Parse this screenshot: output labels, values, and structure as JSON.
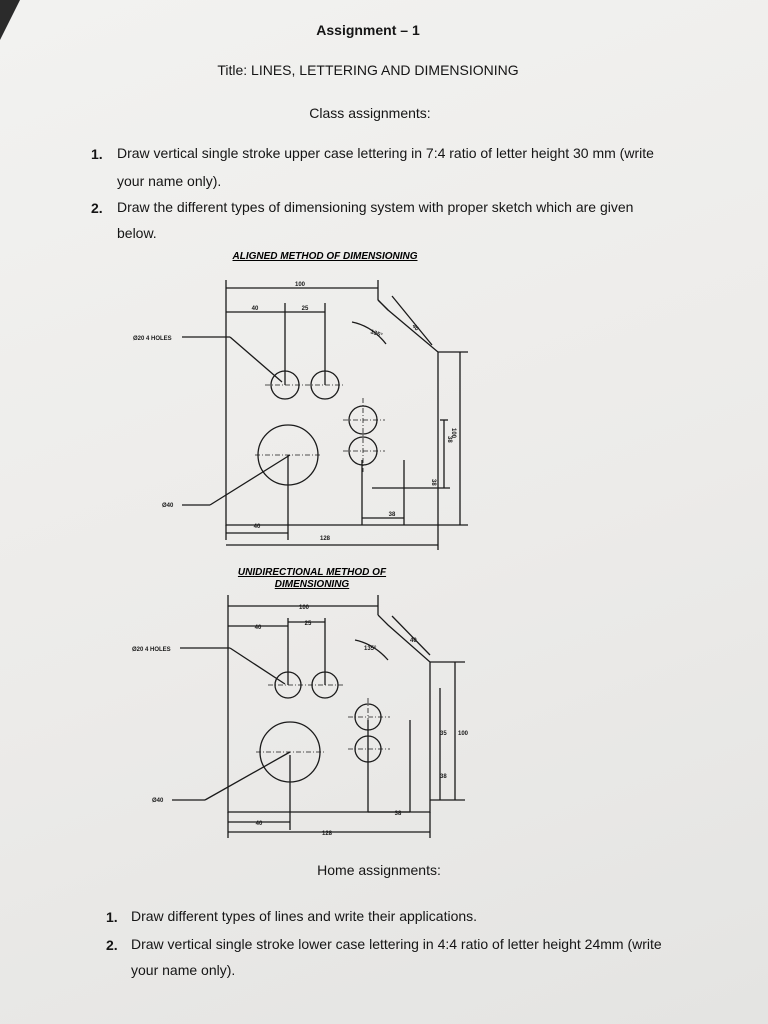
{
  "header": {
    "assignment": "Assignment – 1",
    "title": "Title: LINES, LETTERING AND DIMENSIONING",
    "class_heading": "Class assignments:"
  },
  "class_items": [
    {
      "num": "1.",
      "line1": "Draw vertical single stroke upper case lettering in 7:4 ratio of letter height 30 mm (write",
      "line2": "your name only)."
    },
    {
      "num": "2.",
      "line1": "Draw the different types of dimensioning system with proper sketch which are given",
      "line2": "below."
    }
  ],
  "figure1": {
    "title": "ALIGNED METHOD OF DIMENSIONING",
    "dim_100": "100",
    "dim_40": "40",
    "dim_25": "25",
    "dim_135": "135°",
    "dim_40_slant": "40",
    "hole_note": "Ø20 4 HOLES",
    "dia_40": "Ø40",
    "dim_38v": "38",
    "dim_100v": "100",
    "dim_38h": "38",
    "dim_40_bottom": "40",
    "dim_128": "128"
  },
  "figure2": {
    "title_line1": "UNIDIRECTIONAL METHOD OF",
    "title_line2": "DIMENSIONING",
    "dim_100": "100",
    "dim_40": "40",
    "dim_25": "25",
    "dim_135": "135°",
    "dim_40_slant": "40",
    "hole_note": "Ø20 4 HOLES",
    "dim_35": "35",
    "dim_100v": "100",
    "dim_38v": "38",
    "dia_40": "Ø40",
    "dim_38h": "38",
    "dim_40_bottom": "40",
    "dim_128": "128"
  },
  "home": {
    "heading": "Home assignments:",
    "items": [
      {
        "num": "1.",
        "line1": "Draw different types of lines and write their applications.",
        "line2": ""
      },
      {
        "num": "2.",
        "line1": "Draw vertical single stroke lower case lettering in 4:4 ratio of letter height 24mm (write",
        "line2": "your name only)."
      }
    ]
  }
}
